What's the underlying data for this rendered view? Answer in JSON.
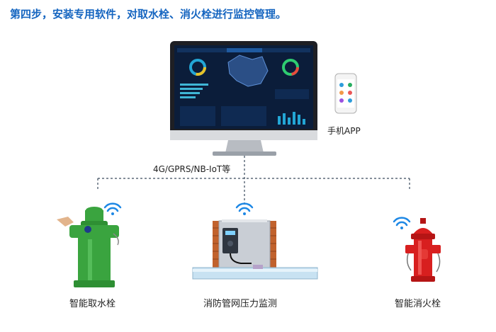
{
  "title": "第四步，安装专用软件，对取水栓、消火栓进行监控管理。",
  "network_label": "4G/GPRS/NB-IoT等",
  "phone_label": "手机APP",
  "devices": {
    "water_hydrant": "智能取水栓",
    "pressure_monitor": "消防管网压力监测",
    "fire_hydrant": "智能消火栓"
  },
  "colors": {
    "title": "#1565c0",
    "wifi": "#1e88e5",
    "monitor_screen": "#0b1d3a",
    "water_hydrant": "#3aa43f",
    "fire_hydrant": "#d81f1f",
    "brick": "#c1622d"
  },
  "icons": [
    "monitor-icon",
    "smartphone-icon",
    "wifi-icon",
    "water-hydrant-icon",
    "fire-hydrant-icon",
    "pressure-sensor-icon"
  ]
}
